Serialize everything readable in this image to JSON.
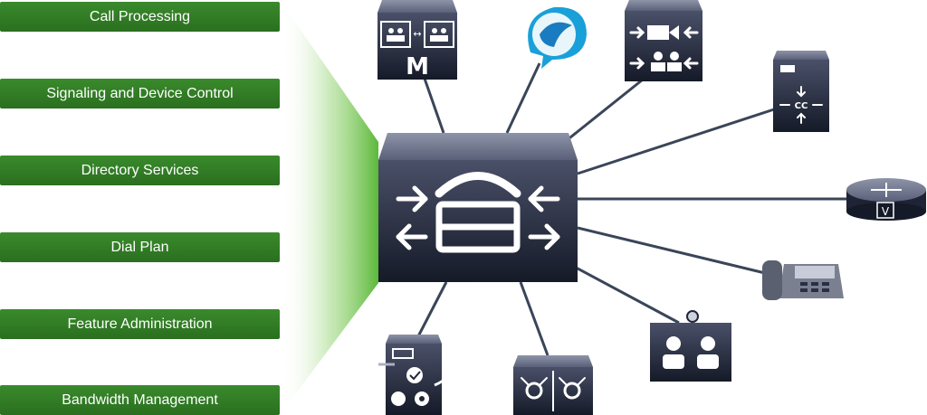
{
  "features": [
    "Call Processing",
    "Signaling and Device Control",
    "Directory Services",
    "Dial Plan",
    "Feature Administration",
    "Bandwidth Management"
  ],
  "devices": [
    "mcu-icon",
    "jabber-icon",
    "video-gateway-icon",
    "contact-center-icon",
    "voice-router-icon",
    "ip-phone-icon",
    "telepresence-icon",
    "certificate-authority-icon",
    "media-switch-icon",
    "call-manager-icon"
  ],
  "colors": {
    "feature_green": "#2e7a22",
    "funnel_green": "#6cc04a",
    "device_navy": "#20253a",
    "link_gray": "#3a4558"
  }
}
